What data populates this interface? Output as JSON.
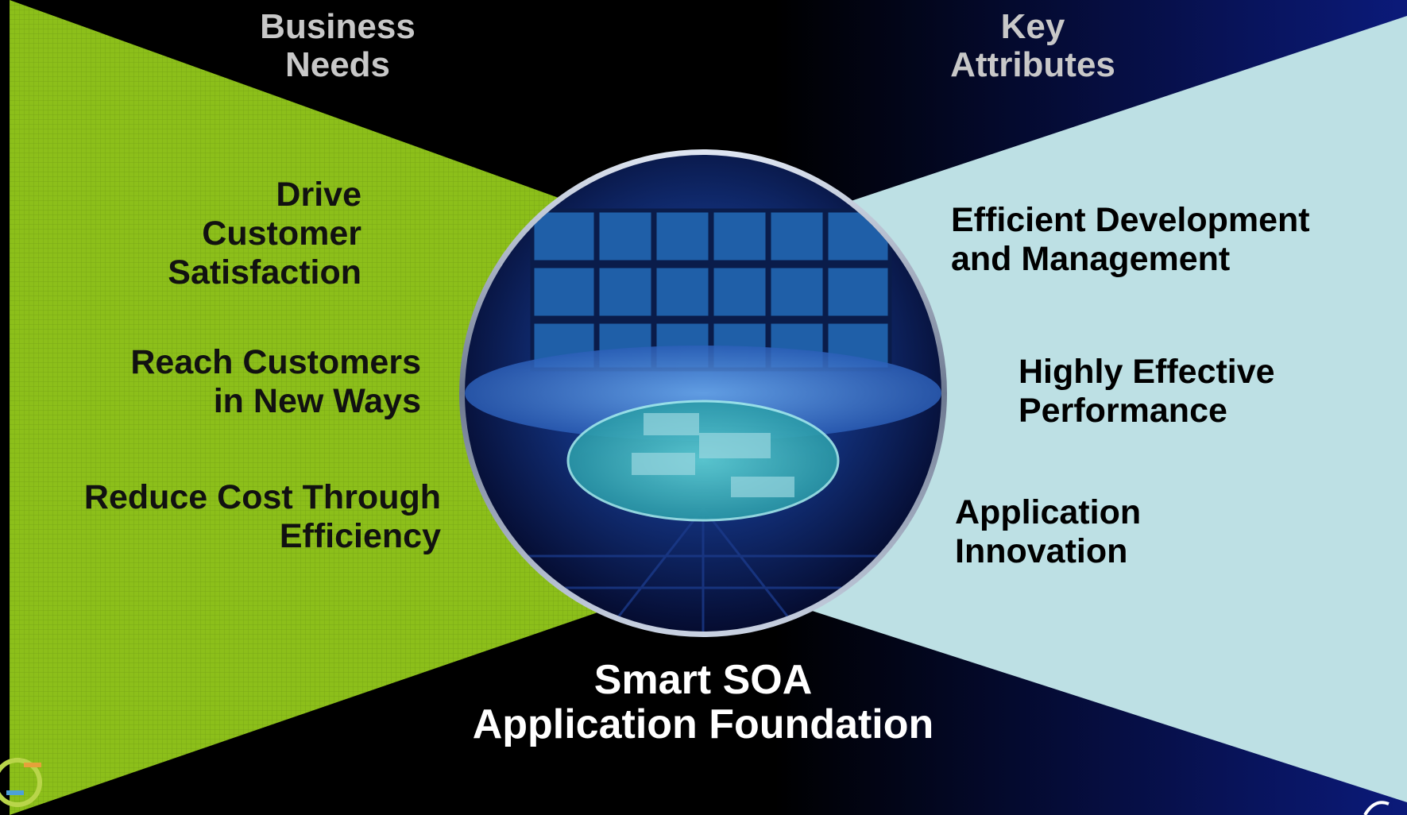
{
  "headers": {
    "business_needs": [
      "Business",
      "Needs"
    ],
    "key_attributes": [
      "Key",
      "Attributes"
    ]
  },
  "business_needs": [
    [
      "Drive",
      "Customer",
      "Satisfaction"
    ],
    [
      "Reach Customers",
      "in New Ways"
    ],
    [
      "Reduce Cost Through",
      "Efficiency"
    ]
  ],
  "key_attributes": [
    [
      "Efficient Development",
      "and Management"
    ],
    [
      "Highly Effective",
      "Performance"
    ],
    [
      "Application",
      "Innovation"
    ]
  ],
  "center": [
    "Smart SOA",
    "Application Foundation"
  ],
  "colors": {
    "left_panel": "#8cbf1a",
    "right_panel": "#bde0e4",
    "header_text": "#c8c8c8",
    "globe_dark": "#0a1650",
    "globe_light": "#3a7fd0",
    "accent_navy": "#0b1a7a"
  },
  "icons": [
    "ibm-logo-icon",
    "page-corner-icon"
  ]
}
